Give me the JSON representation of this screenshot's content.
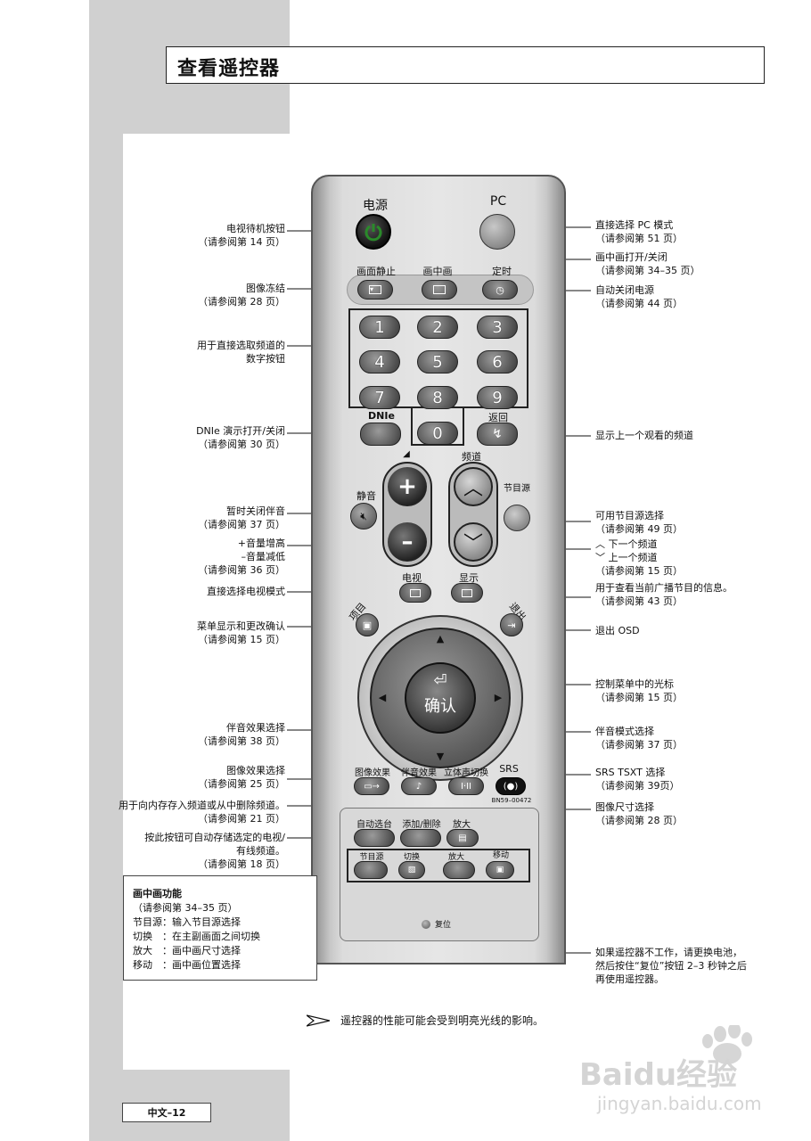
{
  "title": "查看遥控器",
  "left_labels": [
    {
      "main": "电视待机按钮",
      "sub": "（请参阅第 14 页）"
    },
    {
      "main": "图像冻结",
      "sub": "（请参阅第 28 页）"
    },
    {
      "main": "用于直接选取频道的",
      "sub": "数字按钮"
    },
    {
      "main": "DNIe 演示打开/关闭",
      "sub": "（请参阅第 30 页）"
    },
    {
      "main": "暂时关闭伴音",
      "sub": "（请参阅第 37 页）"
    },
    {
      "main": "+音量增高",
      "sub": "–音量减低",
      "sub2": "（请参阅第 36 页）"
    },
    {
      "main": "直接选择电视模式",
      "sub": ""
    },
    {
      "main": "菜单显示和更改确认",
      "sub": "（请参阅第 15 页）"
    },
    {
      "main": "伴音效果选择",
      "sub": "（请参阅第 38 页）"
    },
    {
      "main": "图像效果选择",
      "sub": "（请参阅第 25 页）"
    },
    {
      "main": "用于向内存存入频道或从中删除频道。",
      "sub": "（请参阅第 21 页）"
    },
    {
      "main": "按此按钮可自动存储选定的电视/",
      "sub": "有线频道。",
      "sub2": "（请参阅第 18 页）"
    }
  ],
  "right_labels": [
    {
      "main": "直接选择 PC 模式",
      "sub": "（请参阅第 51 页）"
    },
    {
      "main": "画中画打开/关闭",
      "sub": "（请参阅第 34–35 页）"
    },
    {
      "main": "自动关闭电源",
      "sub": "（请参阅第 44 页）"
    },
    {
      "main": "显示上一个观看的频道",
      "sub": ""
    },
    {
      "main": "可用节目源选择",
      "sub": "（请参阅第 49 页）"
    },
    {
      "main": "︿ 下一个频道",
      "sub": "﹀ 上一个频道",
      "sub2": "（请参阅第 15 页）"
    },
    {
      "main": "用于查看当前广播节目的信息。",
      "sub": "（请参阅第 43 页）"
    },
    {
      "main": "退出 OSD",
      "sub": ""
    },
    {
      "main": "控制菜单中的光标",
      "sub": "（请参阅第 15 页）"
    },
    {
      "main": "伴音模式选择",
      "sub": "（请参阅第 37 页）"
    },
    {
      "main": "SRS TSXT 选择",
      "sub": "（请参阅第 39页）"
    },
    {
      "main": "图像尺寸选择",
      "sub": "（请参阅第 28 页）"
    },
    {
      "main": "如果遥控器不工作，请更换电池，",
      "sub": "然后按住“复位”按钮 2–3 秒钟之后",
      "sub2": "再使用遥控器。"
    }
  ],
  "remote": {
    "power": "电源",
    "pc": "PC",
    "freeze": "画面静止",
    "pip": "画中画",
    "timer": "定时",
    "numbers": [
      "1",
      "2",
      "3",
      "4",
      "5",
      "6",
      "7",
      "8",
      "9",
      "0"
    ],
    "dnie": "DNIe",
    "return": "返回",
    "channel": "频道",
    "source": "节目源",
    "mute": "静音",
    "tv": "电视",
    "display": "显示",
    "menu": "项目",
    "exit": "退出",
    "enter": "确认",
    "picture_effect": "图像效果",
    "sound_effect": "伴音效果",
    "stereo": "立体声切换",
    "srs": "SRS",
    "stereo_symbol": "I·II",
    "model": "BN59–00472",
    "auto_prog": "自动选台",
    "add_del": "添加/删除",
    "zoom": "放大",
    "pip_source": "节目源",
    "pip_swap": "切换",
    "pip_size": "放大",
    "pip_move": "移动",
    "reset": "复位"
  },
  "pip_box": {
    "title": "画中画功能",
    "ref": "（请参阅第 34–35 页）",
    "lines": [
      "节目源：输入节目源选择",
      "切换　：在主副画面之间切换",
      "放大　：画中画尺寸选择",
      "移动　：画中画位置选择"
    ]
  },
  "note": "遥控器的性能可能会受到明亮光线的影响。",
  "page_number": "中文–12",
  "watermark": {
    "brand": "Baidu经验",
    "url": "jingyan.baidu.com"
  }
}
